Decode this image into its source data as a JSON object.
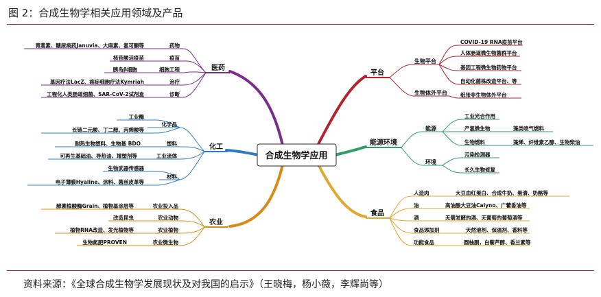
{
  "title": "图 2：合成生物学相关应用领域及产品",
  "source": "资料来源：《全球合成生物学发展现状及对我国的启示》（王晓梅，杨小薇，李辉尚等）",
  "center": "合成生物学应用",
  "medical": {
    "label": "医药",
    "cats": [
      "药物",
      "疫苗",
      "细胞工程",
      "治疗",
      "诊断"
    ],
    "items": [
      "青蒿素、糖尿病药Januvia、大麻素、氢可酮等",
      "核苷酸活疫苗",
      "胰岛β细胞",
      "基因疗法LacZ、癌症细胞疗法Kymriah",
      "工程化人类肠道细菌、SAR-CoV-2试剂盒"
    ]
  },
  "chem": {
    "label": "化工",
    "cats": [
      "化学品",
      "塑料",
      "工业流体",
      "材料"
    ],
    "items": [
      "工业酶",
      "长链二元酸、丁二醇、丙烯酸等",
      "耐热生物塑料、生物基 BDO",
      "可再生基础油、导热油、增塑剂等",
      "生物武器传感器",
      "电子薄膜Hyaline、涂料、菌丝皮革等"
    ]
  },
  "agri": {
    "label": "农业",
    "cats": [
      "农业投入品",
      "农业动物",
      "农业植物",
      "农业微生物"
    ],
    "items": [
      "酵素植酸酶Grain、植物基涂层等",
      "改造昆虫",
      "植物RNA改造、发光植物等",
      "生物氮肥PROVEN"
    ]
  },
  "platform": {
    "label": "平台",
    "subs": [
      "生物平台",
      "生物体外平台"
    ],
    "items": [
      "COVID-19 RNA疫苗平台",
      "人体肠道微生物菌群平台",
      "基因工程微生物药物平台",
      "自动化菌株改造平台、等",
      "纸张非生物体外平台"
    ]
  },
  "energy": {
    "label": "能源环境",
    "subs": [
      "能源",
      "环境"
    ],
    "items": [
      "工业光合作用",
      "产氢微生物",
      "生物燃料",
      "污染检测器",
      "长久生物修复"
    ],
    "extras": [
      "藻类喷气燃料",
      "藻烯、纤维素乙醇、生物柴油"
    ]
  },
  "food": {
    "label": "食品",
    "cats": [
      "人造肉",
      "油",
      "酒",
      "食品添加剂",
      "功能食品"
    ],
    "items": [
      "大豆血红蛋白、合成牛奶、蛋清、奶酪等",
      "高油酸大豆油Calyno、广藿香油等",
      "无需发酵的酒、无葡萄的葡萄酒等",
      "天然溶剂、保温剂、香料等",
      "圆柚胴，白藜芦醇、香兰素等"
    ]
  }
}
